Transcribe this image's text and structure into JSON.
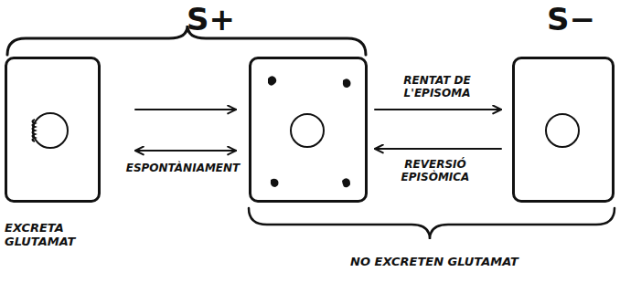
{
  "diagram": {
    "nodes": [
      {
        "text": [
          "EXCRETA GLUTAMAT"
        ]
      },
      {
        "text": []
      },
      {
        "text": []
      }
    ],
    "edges": [
      {
        "from": 0,
        "to": 1,
        "arrow": "to"
      },
      {
        "from": 0,
        "to": 1,
        "arrow": "both",
        "label": "ESPONTÀNIAMENT"
      },
      {
        "from": 1,
        "to": 2,
        "arrow": "to",
        "label": "RENTAT DE L'EPISOMA"
      },
      {
        "from": 2,
        "to": 1,
        "arrow": "to",
        "label": "REVERSIÓ EPISÒMICA"
      }
    ],
    "labels": [
      "S+",
      "S−",
      "NO EXCRETEN GLUTAMAT"
    ]
  }
}
